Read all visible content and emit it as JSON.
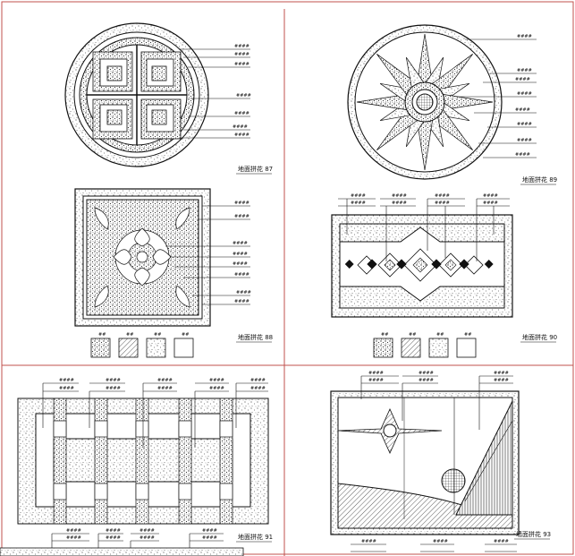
{
  "captions": {
    "panel_87": "地面拼花 87",
    "panel_88": "地面拼花 88",
    "panel_89": "地面拼花 89",
    "panel_90": "地面拼花 90",
    "panel_91": "地面拼花 91",
    "panel_93": "墙面拼花 93"
  },
  "leader_label": "####",
  "swatch_label": "##",
  "colors": {
    "frame": "#c0504d",
    "ink": "#111111",
    "background": "#ffffff"
  }
}
